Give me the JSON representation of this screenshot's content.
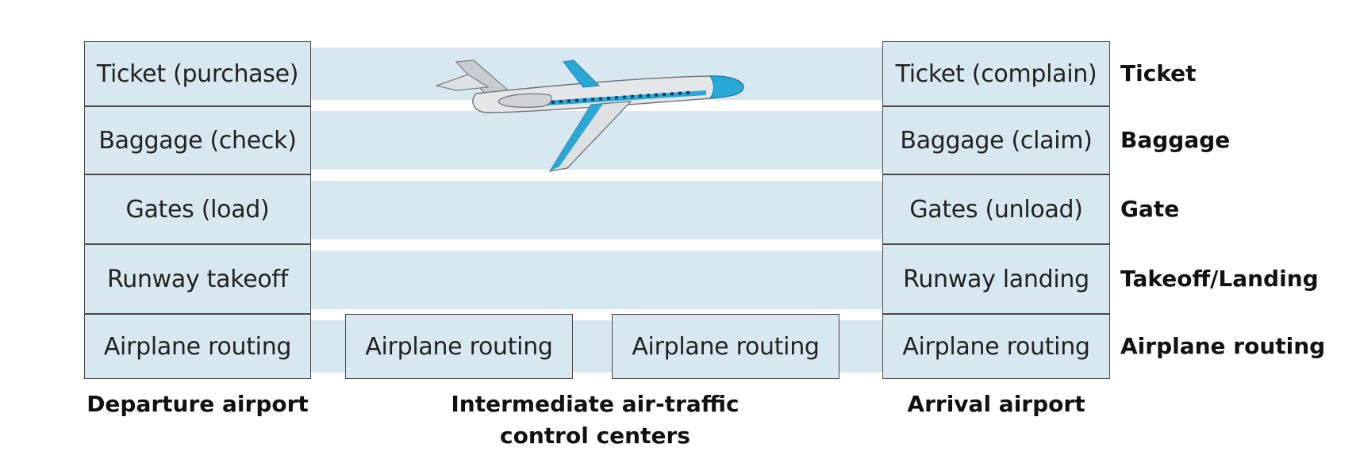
{
  "departure": {
    "caption": "Departure airport",
    "layers": [
      "Ticket (purchase)",
      "Baggage (check)",
      "Gates (load)",
      "Runway takeoff",
      "Airplane routing"
    ]
  },
  "arrival": {
    "caption": "Arrival airport",
    "layers": [
      "Ticket (complain)",
      "Baggage (claim)",
      "Gates (unload)",
      "Runway landing",
      "Airplane routing"
    ]
  },
  "intermediate": {
    "caption_line1": "Intermediate air-traffic",
    "caption_line2": "control centers",
    "boxes": [
      "Airplane routing",
      "Airplane routing"
    ]
  },
  "layer_names": [
    "Ticket",
    "Baggage",
    "Gate",
    "Takeoff/Landing",
    "Airplane routing"
  ],
  "colors": {
    "band": "#d8e8f1",
    "box_border": "#4a4a4a",
    "plane_accent": "#29a8d8",
    "plane_body": "#d9dcdf"
  },
  "icons": {
    "airplane": "airplane-icon"
  }
}
